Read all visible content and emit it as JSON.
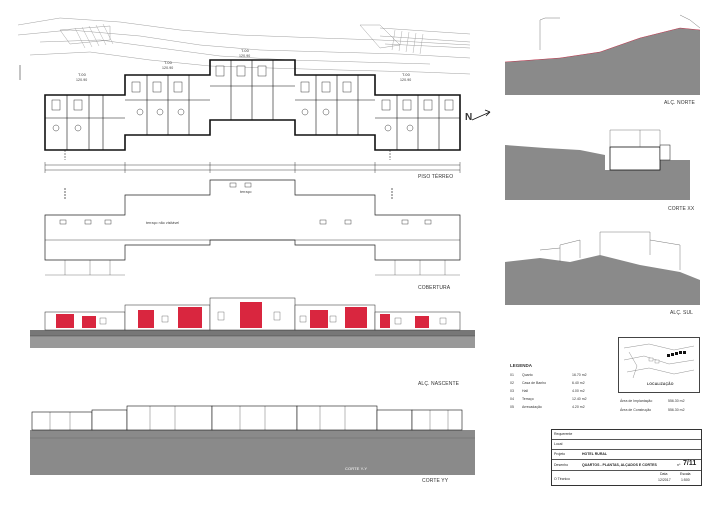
{
  "drawings": {
    "plan_label": "PISO TÉRREO",
    "roof_label": "COBERTURA",
    "east_elevation_label": "ALÇ. NASCENTE",
    "section_yy_label": "CORTE YY",
    "section_yy_inline": "CORTE Y-Y",
    "north_elevation_label": "ALÇ. NORTE",
    "section_xx_label": "CORTE XX",
    "south_elevation_label": "ALÇ. SUL",
    "north_mark": "N",
    "roof_note": "terraço não visitável",
    "roof_note2": "terraço",
    "room_tags": [
      "T.00",
      "T.00",
      "T.00",
      "T.00"
    ],
    "room_areas": [
      "120.90",
      "120.90",
      "120.90",
      "120.90"
    ]
  },
  "legend": {
    "title": "LEGENDA",
    "rows": [
      {
        "num": "01",
        "name": "Quarto",
        "area": "16.70 m2"
      },
      {
        "num": "02",
        "name": "Casa de Banho",
        "area": "6.40 m2"
      },
      {
        "num": "03",
        "name": "Hall",
        "area": "4.00 m2"
      },
      {
        "num": "04",
        "name": "Terraço",
        "area": "12.40 m2"
      },
      {
        "num": "05",
        "name": "Arrecadação",
        "area": "4.20 m2"
      }
    ]
  },
  "areas": {
    "implantation_label": "Área de Implantação",
    "implantation_value": "556.30 m2",
    "construction_label": "Área de Construção",
    "construction_value": "556.30 m2"
  },
  "location": {
    "label": "LOCALIZAÇÃO"
  },
  "title_block": {
    "requerente_label": "Requerente",
    "local_label": "Local",
    "projeto_label": "Projeto",
    "projeto_value": "HOTEL RURAL",
    "desenho_label": "Desenho",
    "desenho_value": "QUARTOS - PLANTAS, ALÇADOS E CORTES",
    "sheet_prefix": "nº",
    "sheet_value": "7/11",
    "autor_label": "O Técnico",
    "data_label": "Data",
    "data_value": "12/2017",
    "escala_label": "Escala",
    "escala_value": "1:500"
  }
}
